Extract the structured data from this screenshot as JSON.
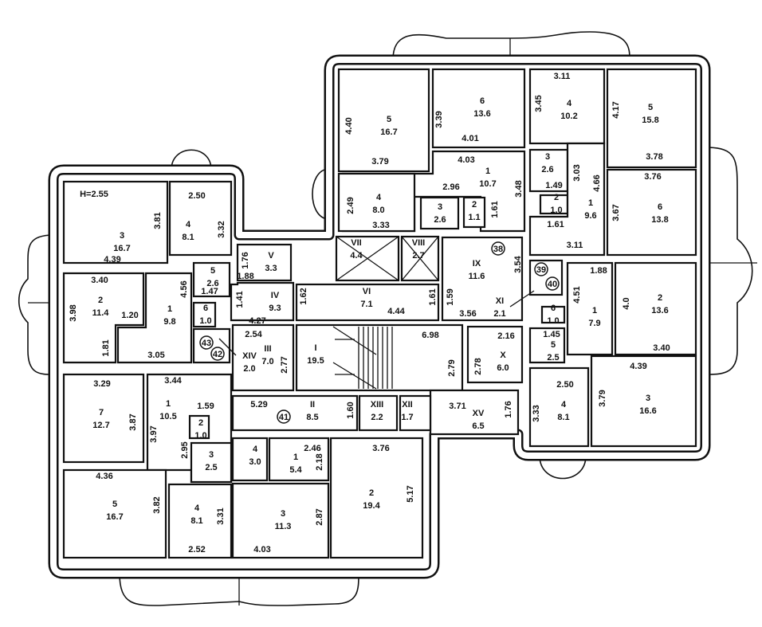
{
  "plan": {
    "rooms": [
      {
        "name": "3",
        "area": "16.7",
        "dims": [
          "H=2.55",
          "3.81",
          "4.39"
        ]
      },
      {
        "name": "4",
        "area": "8.1",
        "dims": [
          "2.50",
          "3.32"
        ]
      },
      {
        "name": "2",
        "area": "11.4",
        "dims": [
          "3.40",
          "3.98",
          "1.20",
          "1.81"
        ]
      },
      {
        "name": "1",
        "area": "9.8",
        "dims": [
          "4.56",
          "3.05"
        ]
      },
      {
        "name": "5",
        "area": "2.6",
        "dims": [
          "1.47"
        ]
      },
      {
        "name": "6",
        "area": "1.0",
        "dims": []
      },
      {
        "name": "7",
        "area": "12.7",
        "dims": [
          "3.29",
          "3.87"
        ]
      },
      {
        "name": "1",
        "area": "10.5",
        "dims": [
          "3.44",
          "1.59",
          "3.97",
          "2.95"
        ]
      },
      {
        "name": "2",
        "area": "1.0",
        "dims": []
      },
      {
        "name": "3",
        "area": "2.5",
        "dims": []
      },
      {
        "name": "5",
        "area": "16.7",
        "dims": [
          "4.36",
          "3.82"
        ]
      },
      {
        "name": "4",
        "area": "8.1",
        "dims": [
          "3.31",
          "2.52"
        ]
      },
      {
        "name": "V",
        "area": "3.3",
        "dims": [
          "1.76",
          "1.88"
        ]
      },
      {
        "name": "IV",
        "area": "9.3",
        "dims": [
          "1.41",
          "4.27",
          "1.62"
        ]
      },
      {
        "name": "VII",
        "area": "4.4",
        "dims": []
      },
      {
        "name": "VIII",
        "area": "2.7",
        "dims": []
      },
      {
        "name": "VI",
        "area": "7.1",
        "dims": [
          "4.44",
          "1.61"
        ]
      },
      {
        "name": "IX",
        "area": "11.6",
        "dims": [
          "3.54"
        ]
      },
      {
        "name": "XI",
        "area": "2.1",
        "dims": [
          "1.59",
          "3.56"
        ]
      },
      {
        "name": "III",
        "area": "7.0",
        "dims": [
          "2.54",
          "2.77"
        ]
      },
      {
        "name": "XIV",
        "area": "2.0",
        "dims": []
      },
      {
        "name": "I",
        "area": "19.5",
        "dims": [
          "6.98",
          "2.79"
        ]
      },
      {
        "name": "X",
        "area": "6.0",
        "dims": [
          "2.16",
          "2.78"
        ]
      },
      {
        "name": "XV",
        "area": "6.5",
        "dims": [
          "3.71",
          "1.76"
        ]
      },
      {
        "name": "II",
        "area": "8.5",
        "dims": [
          "5.29",
          "1.60"
        ]
      },
      {
        "name": "XIII",
        "area": "2.2",
        "dims": []
      },
      {
        "name": "XII",
        "area": "1.7",
        "dims": []
      },
      {
        "name": "4",
        "area": "3.0",
        "dims": []
      },
      {
        "name": "1",
        "area": "5.4",
        "dims": [
          "2.46",
          "2.18"
        ]
      },
      {
        "name": "3",
        "area": "11.3",
        "dims": [
          "2.87",
          "4.03"
        ]
      },
      {
        "name": "2",
        "area": "19.4",
        "dims": [
          "3.76",
          "5.17"
        ]
      },
      {
        "name": "5",
        "area": "16.7",
        "dims": [
          "4.40",
          "3.79"
        ]
      },
      {
        "name": "6",
        "area": "13.6",
        "dims": [
          "3.39",
          "4.01"
        ]
      },
      {
        "name": "1",
        "area": "10.7",
        "dims": [
          "4.03",
          "2.96",
          "3.48",
          "1.61"
        ]
      },
      {
        "name": "4",
        "area": "8.0",
        "dims": [
          "2.49",
          "3.33"
        ]
      },
      {
        "name": "3",
        "area": "2.6",
        "dims": []
      },
      {
        "name": "2",
        "area": "1.1",
        "dims": []
      },
      {
        "name": "4",
        "area": "10.2",
        "dims": [
          "3.11",
          "3.45"
        ]
      },
      {
        "name": "5",
        "area": "15.8",
        "dims": [
          "4.17",
          "3.78"
        ]
      },
      {
        "name": "3",
        "area": "2.6",
        "dims": [
          "1.49",
          "3.03"
        ]
      },
      {
        "name": "2",
        "area": "1.0",
        "dims": []
      },
      {
        "name": "1",
        "area": "9.6",
        "dims": [
          "4.66",
          "1.61",
          "3.11"
        ]
      },
      {
        "name": "6",
        "area": "13.8",
        "dims": [
          "3.76",
          "3.67"
        ]
      },
      {
        "name": "2",
        "area": "13.6",
        "dims": [
          "4.0"
        ]
      },
      {
        "name": "1",
        "area": "7.9",
        "dims": [
          "1.88",
          "4.51"
        ]
      },
      {
        "name": "6",
        "area": "1.0",
        "dims": []
      },
      {
        "name": "5",
        "area": "2.5",
        "dims": [
          "1.45"
        ]
      },
      {
        "name": "4",
        "area": "8.1",
        "dims": [
          "2.50",
          "3.33"
        ]
      },
      {
        "name": "3",
        "area": "16.6",
        "dims": [
          "4.39",
          "3.79",
          "3.40"
        ]
      }
    ],
    "markers": [
      "38",
      "39",
      "40",
      "41",
      "42",
      "43"
    ]
  }
}
